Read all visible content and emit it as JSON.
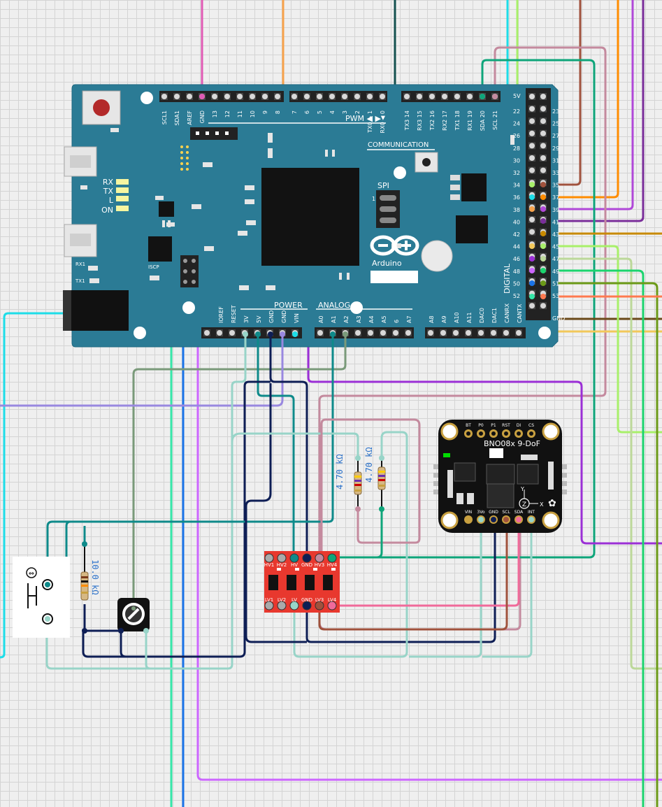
{
  "arduino": {
    "brand": "Arduino",
    "pin_labels_top": [
      "SCL1",
      "SDA1",
      "AREF",
      "GND",
      "13",
      "12",
      "11",
      "10",
      "9",
      "8",
      "7",
      "6",
      "5",
      "4",
      "3",
      "2",
      "TX0 ▶ 1",
      "RX0 ◀ 0",
      "TX3 14",
      "RX3 15",
      "TX2 16",
      "RX2 17",
      "TX1 18",
      "RX1 19",
      "SDA 20",
      "SCL 21"
    ],
    "pwm_label": "PWM ◀ ▶",
    "comm_label": "COMMUNICATION",
    "spi_label": "SPI",
    "power_label": "POWER",
    "analog_label": "ANALOG IN",
    "power_pins": [
      "IOREF",
      "RESET",
      "3V",
      "5V",
      "GND",
      "GND",
      "VIN"
    ],
    "analog_pins": [
      "A0",
      "A1",
      "A2",
      "A3",
      "A4",
      "A5",
      "6",
      "A7",
      "A8",
      "A9",
      "A10",
      "A11",
      "DAC0",
      "DAC1",
      "CANRX",
      "CANTX"
    ],
    "leds": [
      "RX",
      "TX",
      "L",
      "ON"
    ],
    "small_labels": [
      "RX1",
      "TX1",
      "ISCP",
      "5V",
      "GND"
    ],
    "digital_label": "DIGITAL",
    "right_pin_numbers": [
      "22",
      "24",
      "26",
      "28",
      "30",
      "32",
      "34",
      "36",
      "38",
      "40",
      "42",
      "44",
      "46",
      "48",
      "50",
      "52"
    ],
    "right_pin_numbers_b": [
      "23",
      "25",
      "27",
      "29",
      "31",
      "33",
      "35",
      "37",
      "39",
      "41",
      "43",
      "45",
      "47",
      "49",
      "51",
      "53"
    ]
  },
  "imu": {
    "title": "BNO08x 9-DoF",
    "top_pins": [
      "BT",
      "P0",
      "P1",
      "RST",
      "DI",
      "CS"
    ],
    "bottom_pins": [
      "VIN",
      "3Vo",
      "GND",
      "SCL",
      "SDA",
      "INT"
    ],
    "axes": [
      "Y",
      "Z",
      "X"
    ]
  },
  "level_shifter": {
    "top_pins": [
      "HV1",
      "HV2",
      "HV",
      "GND",
      "HV3",
      "HV4"
    ],
    "bottom_pins": [
      "LV1",
      "LV2",
      "LV",
      "GND",
      "LV3",
      "LV4"
    ]
  },
  "resistors": [
    {
      "label": "4.70 kΩ"
    },
    {
      "label": "4.70 kΩ"
    },
    {
      "label": "10.0 kΩ"
    }
  ],
  "colors": {
    "board": "#2b7b95",
    "wire_pink": "#e05ab4",
    "wire_orange": "#f7a24b",
    "wire_cyan": "#1ddde8",
    "wire_teal": "#0e8a8a",
    "wire_green": "#0ea57a",
    "wire_purple": "#9b2fd6",
    "wire_lavender": "#9988e0",
    "wire_navy": "#0e1e55",
    "wire_blue": "#1a73e8",
    "wire_mint": "#35e6a8",
    "wire_seafoam": "#98d4c8",
    "wire_brown": "#a0523d",
    "wire_mauve": "#c48a9e",
    "wire_olive": "#6c9a18",
    "wire_yellow": "#f2c85a"
  }
}
